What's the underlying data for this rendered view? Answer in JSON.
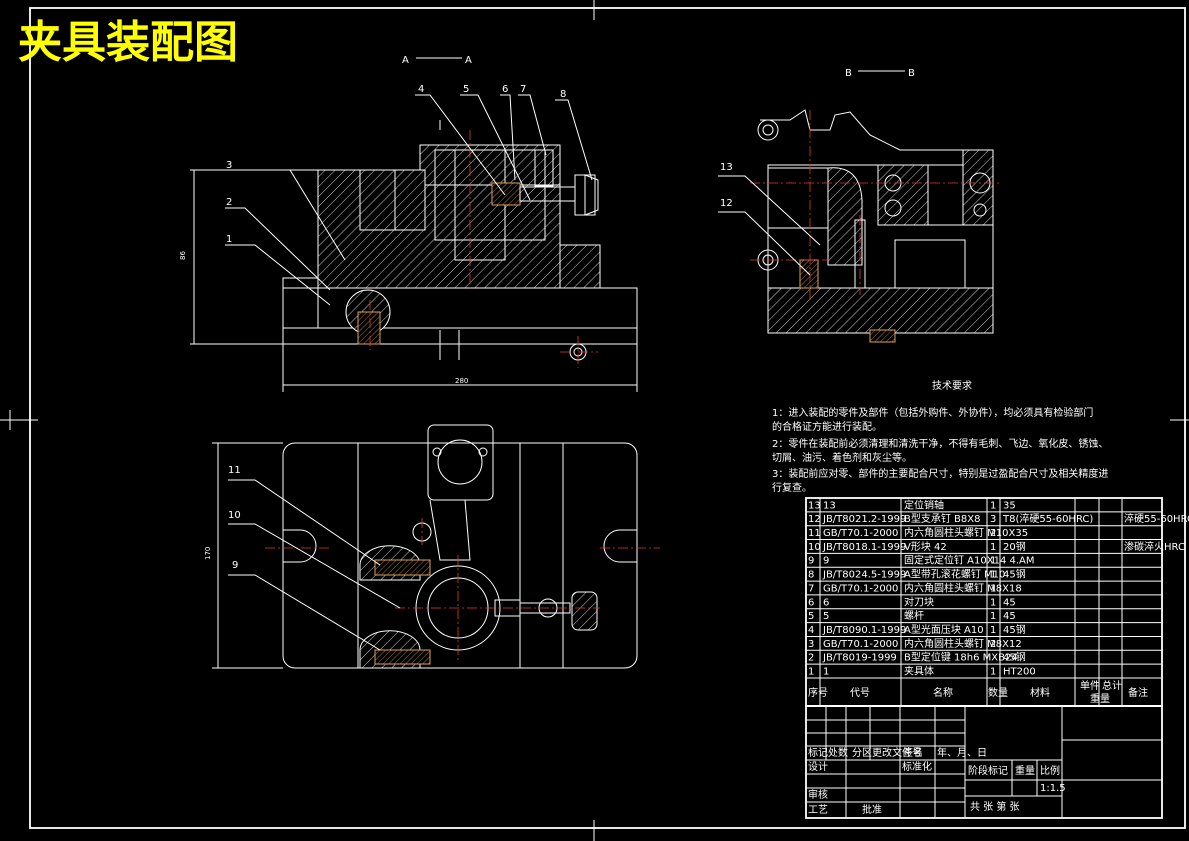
{
  "title": "夹具装配图",
  "section_labels": {
    "a_a": [
      "A",
      "A"
    ],
    "b_b": [
      "B",
      "B"
    ]
  },
  "balloons": [
    "1",
    "2",
    "3",
    "4",
    "5",
    "6",
    "7",
    "8",
    "9",
    "10",
    "11",
    "12",
    "13"
  ],
  "tech_requirements": {
    "heading": "技术要求",
    "lines": [
      "1：进入装配的零件及部件（包括外购件、外协件），均必须具有检验部门",
      "的合格证方能进行装配。",
      "2：零件在装配前必须清理和清洗干净，不得有毛刺、飞边、氧化皮、锈蚀、",
      "切屑、油污、着色剂和灰尘等。",
      "3：装配前应对零、部件的主要配合尺寸，特别是过盈配合尺寸及相关精度进",
      "行复查。"
    ]
  },
  "parts_list": {
    "rows": [
      [
        "13",
        "13",
        "定位销轴",
        "1",
        "35",
        "",
        ""
      ],
      [
        "12",
        "JB/T8021.2-1999",
        "B型支承钉 B8X8",
        "3",
        "T8(淬硬55-60HRC)",
        "",
        "",
        "淬硬55-60HRC"
      ],
      [
        "11",
        "GB/T70.1-2000",
        "内六角圆柱头螺钉 M10X35",
        "2",
        "",
        "",
        ""
      ],
      [
        "10",
        "JB/T8018.1-1999",
        "V形块 42",
        "1",
        "20钢",
        "",
        "",
        "渗碳淬火HRC"
      ],
      [
        "9",
        "9",
        "固定式定位钉 A10X14 4.AM",
        "1",
        "",
        "",
        ""
      ],
      [
        "8",
        "JB/T8024.5-1999",
        "A型带孔滚花螺钉 M10",
        "1",
        "45钢",
        "",
        ""
      ],
      [
        "7",
        "GB/T70.1-2000",
        "内六角圆柱头螺钉 M8X18",
        "1",
        "",
        "",
        ""
      ],
      [
        "6",
        "6",
        "对刀块",
        "1",
        "45",
        "",
        ""
      ],
      [
        "5",
        "5",
        "螺杆",
        "1",
        "45",
        "",
        ""
      ],
      [
        "4",
        "JB/T8090.1-1999",
        "A型光面压块 A10",
        "1",
        "45钢",
        "",
        ""
      ],
      [
        "3",
        "GB/T70.1-2000",
        "内六角圆柱头螺钉 M8X12",
        "2",
        "",
        "",
        ""
      ],
      [
        "2",
        "JB/T8019-1999",
        "B型定位键 18h6 MXB24",
        "",
        "45钢",
        "",
        ""
      ],
      [
        "1",
        "1",
        "夹具体",
        "1",
        "HT200",
        "",
        ""
      ]
    ],
    "header": [
      "序号",
      "代号",
      "名称",
      "数量",
      "材料",
      "单件",
      "总计",
      "备注"
    ],
    "header_sub": "重量"
  },
  "title_block": {
    "row_labels": [
      "标记",
      "处数",
      "分区",
      "更改文件号",
      "签名",
      "年、月、日"
    ],
    "design": "设计",
    "standardize": "标准化",
    "review": "审核",
    "process": "工艺",
    "approve": "批准",
    "stage": "阶段标记",
    "weight": "重量",
    "scale": "比例",
    "scale_value": "1:1.5",
    "sheets": "共    张    第    张"
  }
}
